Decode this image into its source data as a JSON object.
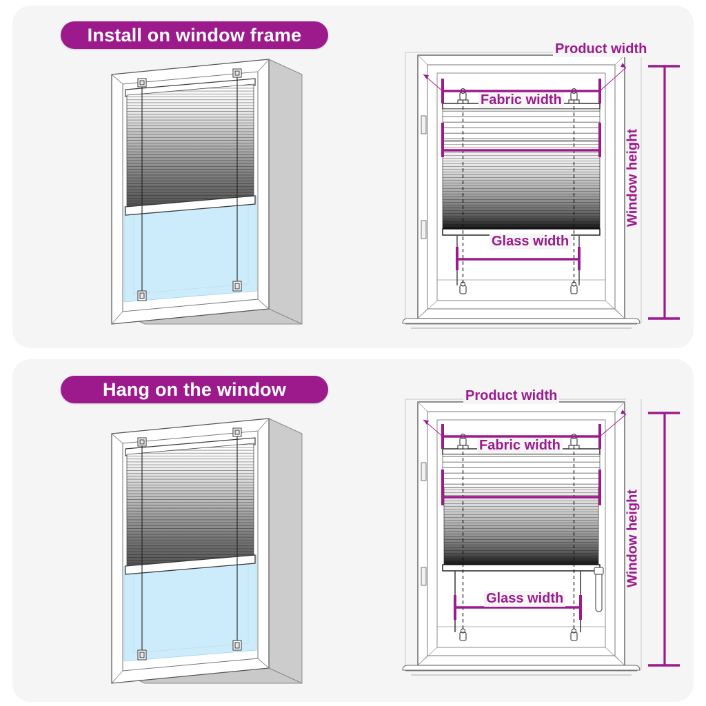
{
  "page": {
    "background": "#ffffff",
    "panel_background": "#f5f5f5",
    "accent_color": "#9C1A8C",
    "glass_color": "#CDECFB"
  },
  "panels": [
    {
      "id": "install-on-window-frame",
      "badge": "Install on window frame",
      "left_illustration": {
        "name": "window-with-blind-inside-frame",
        "description": "Perspective view of window recess with pleated blind mounted on the window frame, lower half showing blue glass"
      },
      "right_diagram": {
        "name": "measurement-diagram-inside-frame",
        "labels": {
          "product_width": "Product  width",
          "fabric_width": "Fabric  width",
          "glass_width": "Glass width",
          "window_height": "Window height"
        }
      }
    },
    {
      "id": "hang-on-the-window",
      "badge": "Hang on the window",
      "left_illustration": {
        "name": "window-with-blind-hung-on-sash",
        "description": "Perspective view of window recess with pleated blind hung on the window sash, lower half showing blue glass"
      },
      "right_diagram": {
        "name": "measurement-diagram-hang-on-window",
        "labels": {
          "product_width": "Product  width",
          "fabric_width": "Fabric  width",
          "glass_width": "Glass  width",
          "window_height": "Window height"
        }
      }
    }
  ]
}
